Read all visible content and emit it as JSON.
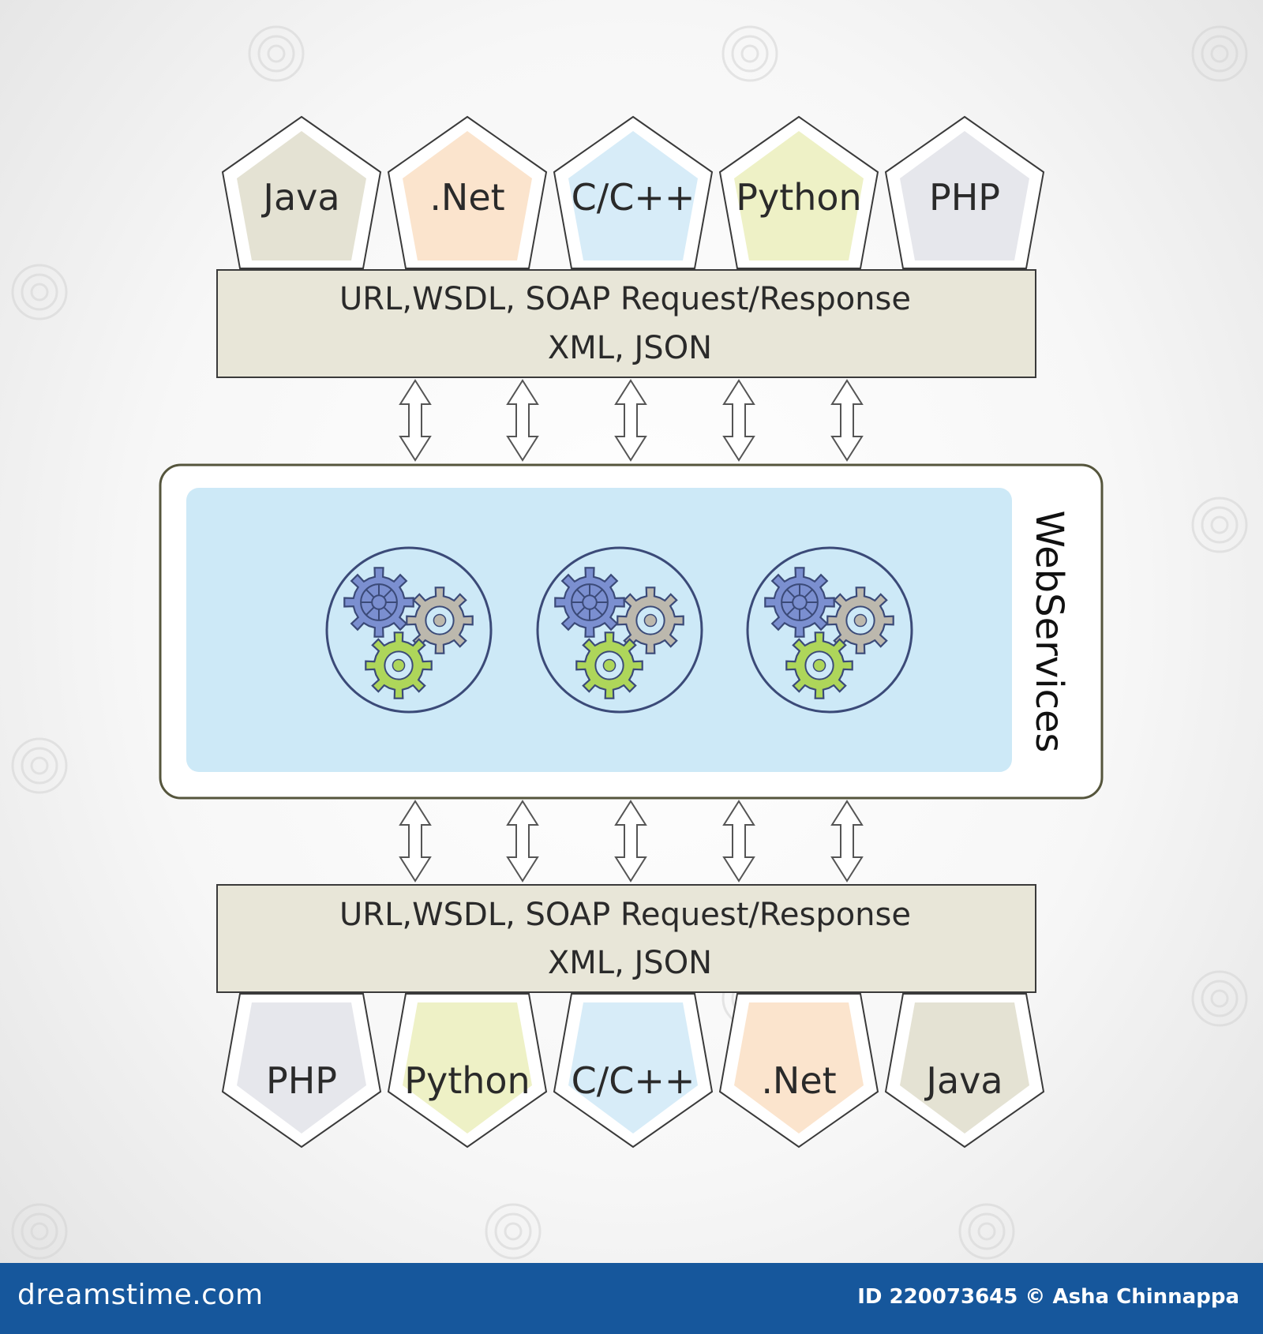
{
  "top_languages": [
    {
      "label": "Java",
      "fill": "#e4e2d3"
    },
    {
      "label": ".Net",
      "fill": "#fbe4cd"
    },
    {
      "label": "C/C++",
      "fill": "#d7ecf8"
    },
    {
      "label": "Python",
      "fill": "#eef1c6"
    },
    {
      "label": "PHP",
      "fill": "#e6e7ec"
    }
  ],
  "bottom_languages": [
    {
      "label": "PHP",
      "fill": "#e6e7ec"
    },
    {
      "label": "Python",
      "fill": "#eef1c6"
    },
    {
      "label": "C/C++",
      "fill": "#d7ecf8"
    },
    {
      "label": ".Net",
      "fill": "#fbe4cd"
    },
    {
      "label": "Java",
      "fill": "#e4e2d3"
    }
  ],
  "top_protocol": {
    "line1": "URL,WSDL, SOAP Request/Response",
    "line2": "XML,  JSON"
  },
  "bottom_protocol": {
    "line1": "URL,WSDL, SOAP Request/Response",
    "line2": "XML,  JSON"
  },
  "webservices": {
    "label": "WebServices"
  },
  "gear_colors": {
    "blue": "#7b8fd0",
    "gray": "#bcb8ad",
    "green": "#aed65a",
    "panel": "#cde9f7"
  },
  "watermark": {
    "text": "dreamstime"
  },
  "footer": {
    "logo": "dreamstime.com",
    "credit": "ID 220073645 © Asha Chinnappa"
  }
}
